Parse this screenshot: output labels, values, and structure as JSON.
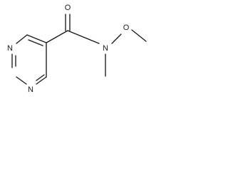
{
  "molecule": {
    "atoms": {
      "n_ring_top": "N",
      "n_ring_bottom": "N",
      "carbonyl_o": "O",
      "amide_n": "N",
      "methoxy_o": "O"
    }
  }
}
